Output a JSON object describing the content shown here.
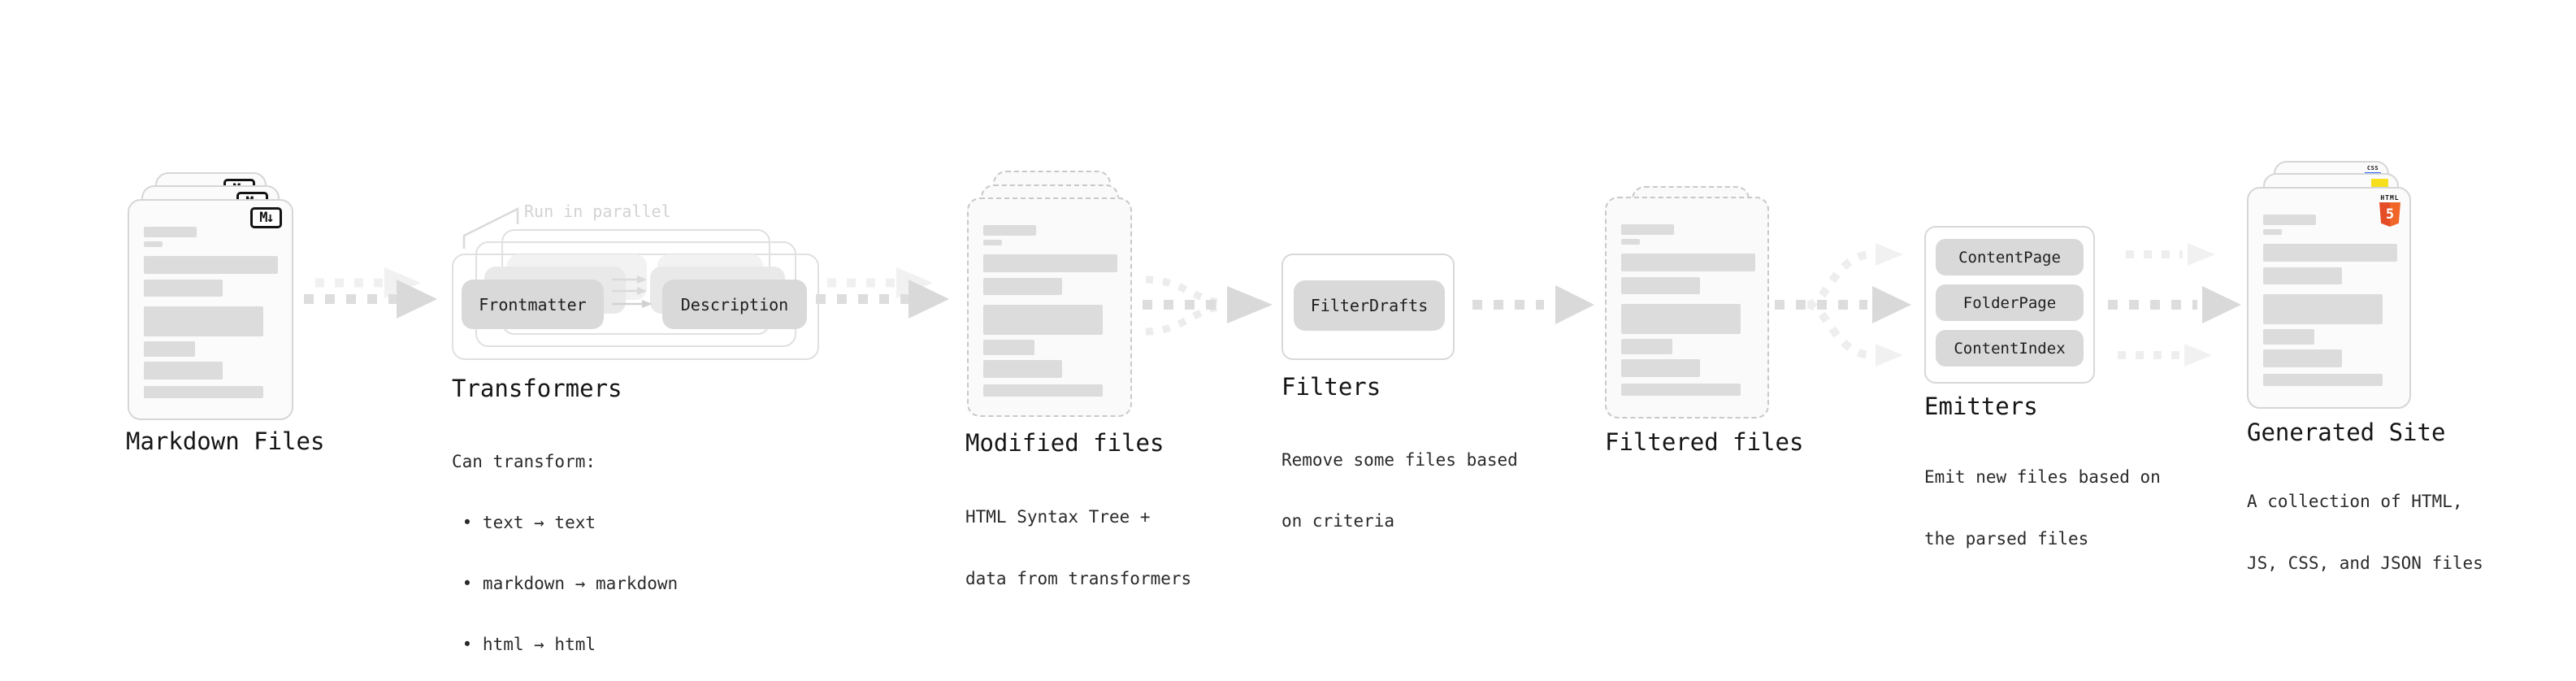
{
  "colors": {
    "background": "#ffffff",
    "card_border": "#d6d6d6",
    "dashed_border": "#c9c9c9",
    "skeleton": "#dcdcdc",
    "pill_bg": "#d9d9d9",
    "arrow": "#d9d9d9",
    "arrow_light": "#f0f0f0",
    "annotation_text": "#d2d2d2",
    "heading_text": "#151515",
    "html5_orange": "#e44d26",
    "js_yellow": "#f7df1e",
    "css_blue": "#2962f1"
  },
  "icons": {
    "markdown_badge": "M↓",
    "html5_label": "HTML",
    "html5_shield": "5",
    "css_label": "CSS"
  },
  "stages": {
    "markdown": {
      "label": "Markdown Files"
    },
    "transformers": {
      "label": "Transformers",
      "annotation": "Run in parallel",
      "pill_left": "Frontmatter",
      "pill_right": "Description",
      "desc_lines": [
        "Can transform:",
        " • text → text",
        " • markdown → markdown",
        " • html → html"
      ]
    },
    "modified": {
      "label": "Modified files",
      "desc_lines": [
        "HTML Syntax Tree +",
        "data from transformers"
      ]
    },
    "filters": {
      "label": "Filters",
      "pill": "FilterDrafts",
      "desc_lines": [
        "Remove some files based",
        "on criteria"
      ]
    },
    "filtered": {
      "label": "Filtered files"
    },
    "emitters": {
      "label": "Emitters",
      "pills": [
        "ContentPage",
        "FolderPage",
        "ContentIndex"
      ],
      "desc_lines": [
        "Emit new files based on",
        "the parsed files"
      ]
    },
    "generated": {
      "label": "Generated Site",
      "desc_lines": [
        "A collection of HTML,",
        "JS, CSS, and JSON files"
      ]
    }
  }
}
